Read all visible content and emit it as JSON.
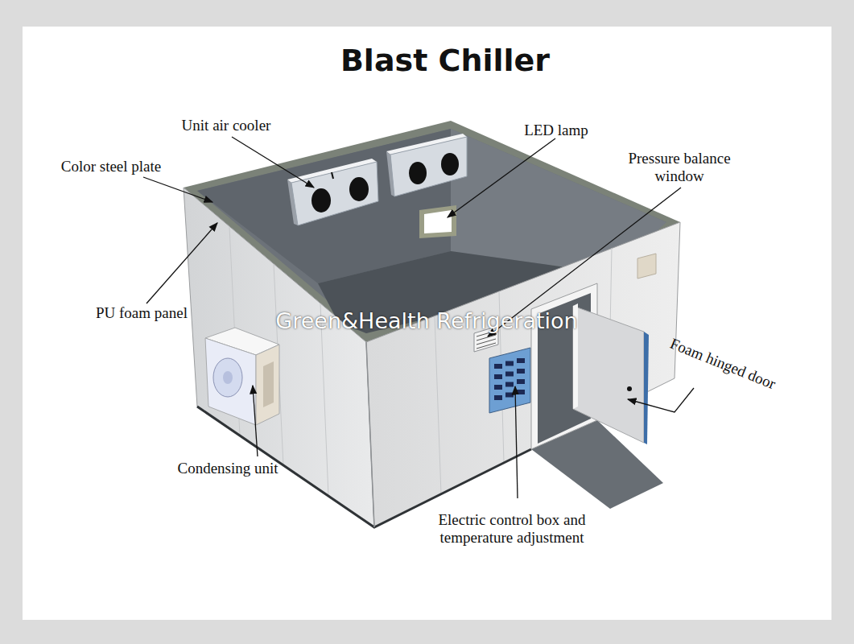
{
  "diagram": {
    "title": "Blast Chiller",
    "labels": [
      "Unit air cooler",
      "LED lamp",
      "Color steel plate",
      "Pressure balance window",
      "PU foam panel",
      "Green&Health Refrigeration",
      "Foam hinged door",
      "Condensing unit",
      "Electric control box and temperature adjustment"
    ]
  }
}
